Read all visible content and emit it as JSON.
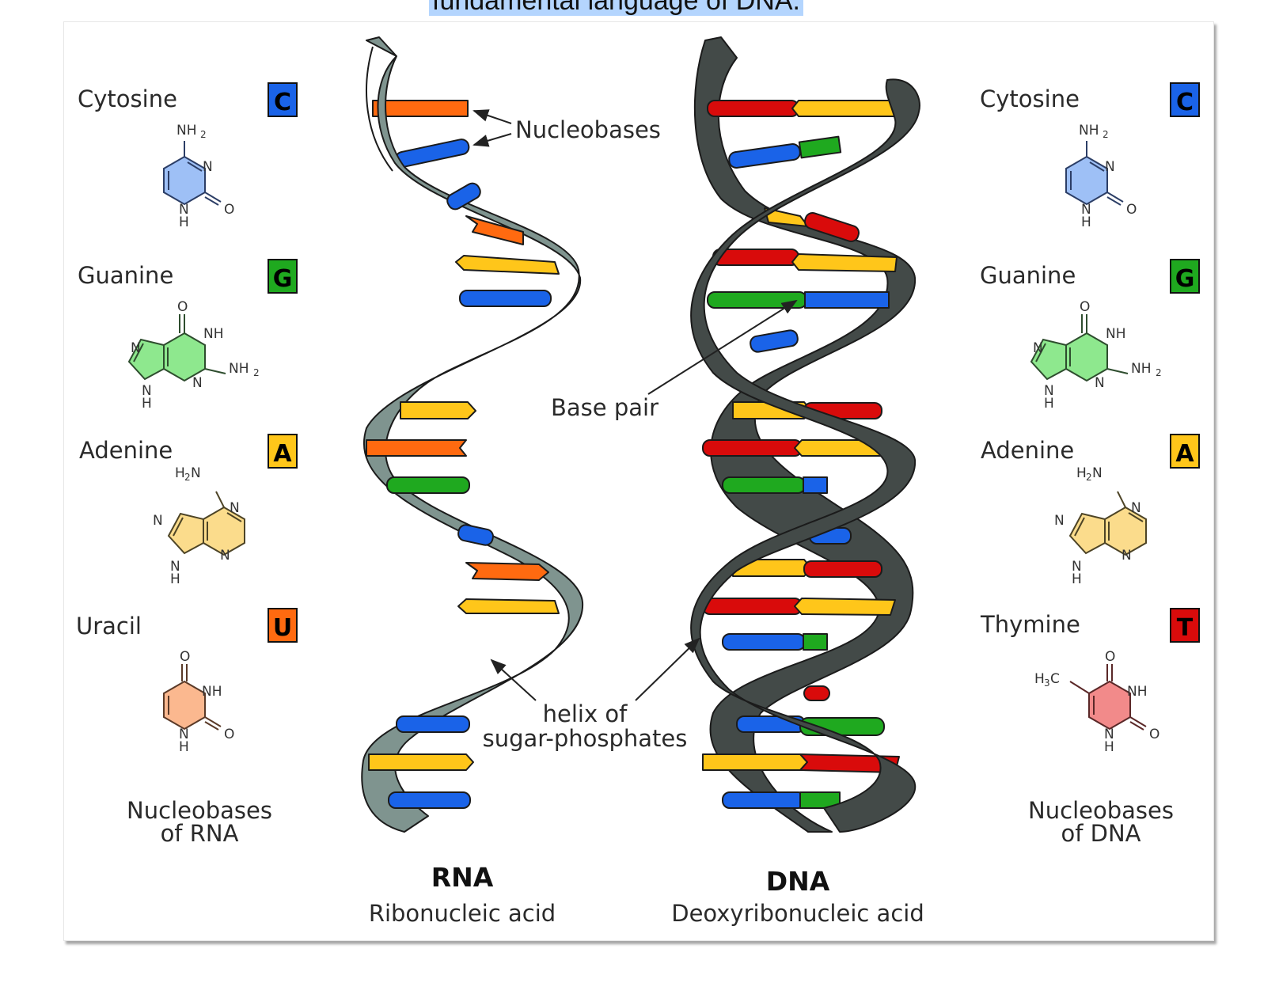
{
  "header": {
    "selected_caption": "fundamental language of DNA."
  },
  "colors": {
    "cytosine": "#1a63e8",
    "guanine": "#1fa91f",
    "adenine": "#ffc61a",
    "uracil": "#ff6a10",
    "thymine": "#d90b0b",
    "rna_backbone": "#7f948f",
    "dna_backbone": "#434a48",
    "selection": "#b4d5fe"
  },
  "rna_panel": {
    "bases": [
      {
        "name": "Cytosine",
        "letter": "C",
        "atoms": {
          "top": "NH",
          "top_sub": "2",
          "n_right": "N",
          "n_bottom": "N",
          "h_bottom": "H",
          "o_right": "O"
        }
      },
      {
        "name": "Guanine",
        "letter": "G",
        "atoms": {
          "o_top": "O",
          "nh": "NH",
          "nh2": "NH",
          "nh2_sub": "2",
          "n_left": "N",
          "n_mid": "N",
          "n_bottom": "N",
          "h_bottom": "H"
        }
      },
      {
        "name": "Adenine",
        "letter": "A",
        "atoms": {
          "h2n_h": "H",
          "h2n_sub": "2",
          "h2n_n": "N",
          "n_right_top": "N",
          "n_right_bottom": "N",
          "n_left": "N",
          "n_bottom": "N",
          "h_bottom": "H"
        }
      },
      {
        "name": "Uracil",
        "letter": "U",
        "atoms": {
          "o_top": "O",
          "nh": "NH",
          "n_bottom": "N",
          "h_bottom": "H",
          "o_right": "O"
        }
      }
    ],
    "caption_line1": "Nucleobases",
    "caption_line2": "of RNA"
  },
  "dna_panel": {
    "bases": [
      {
        "name": "Cytosine",
        "letter": "C",
        "atoms": {
          "top": "NH",
          "top_sub": "2",
          "n_right": "N",
          "n_bottom": "N",
          "h_bottom": "H",
          "o_right": "O"
        }
      },
      {
        "name": "Guanine",
        "letter": "G",
        "atoms": {
          "o_top": "O",
          "nh": "NH",
          "nh2": "NH",
          "nh2_sub": "2",
          "n_left": "N",
          "n_mid": "N",
          "n_bottom": "N",
          "h_bottom": "H"
        }
      },
      {
        "name": "Adenine",
        "letter": "A",
        "atoms": {
          "h2n_h": "H",
          "h2n_sub": "2",
          "h2n_n": "N",
          "n_right_top": "N",
          "n_right_bottom": "N",
          "n_left": "N",
          "n_bottom": "N",
          "h_bottom": "H"
        }
      },
      {
        "name": "Thymine",
        "letter": "T",
        "atoms": {
          "h3c_h": "H",
          "h3c_sub": "3",
          "h3c_c": "C",
          "o_top": "O",
          "nh": "NH",
          "n_bottom": "N",
          "h_bottom": "H",
          "o_right": "O"
        }
      }
    ],
    "caption_line1": "Nucleobases",
    "caption_line2": "of DNA"
  },
  "annotations": {
    "nucleobases": "Nucleobases",
    "base_pair": "Base pair",
    "helix_line1": "helix of",
    "helix_line2": "sugar-phosphates"
  },
  "molecules": {
    "rna": {
      "title": "RNA",
      "subtitle": "Ribonucleic acid"
    },
    "dna": {
      "title": "DNA",
      "subtitle": "Deoxyribonucleic acid"
    }
  }
}
